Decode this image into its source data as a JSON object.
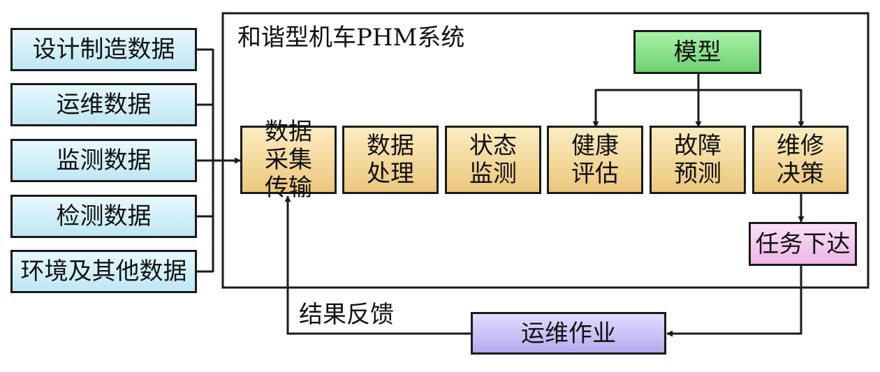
{
  "system_title": "和谐型机车PHM系统",
  "data_sources": [
    "设计制造数据",
    "运维数据",
    "监测数据",
    "检测数据",
    "环境及其他数据"
  ],
  "model": "模型",
  "stages": [
    "数据采集传输",
    "数据处理",
    "状态监测",
    "健康评估",
    "故障预测",
    "维修决策"
  ],
  "task_dispatch": "任务下达",
  "operations": "运维作业",
  "feedback": "结果反馈",
  "colors": {
    "source_fill": "#d4f0f8",
    "stage_fill": "#f4d99a",
    "model_fill": "#8ee68e",
    "task_fill": "#f4cbee",
    "ops_fill": "#cbbff7",
    "line": "#1a1a1a"
  }
}
